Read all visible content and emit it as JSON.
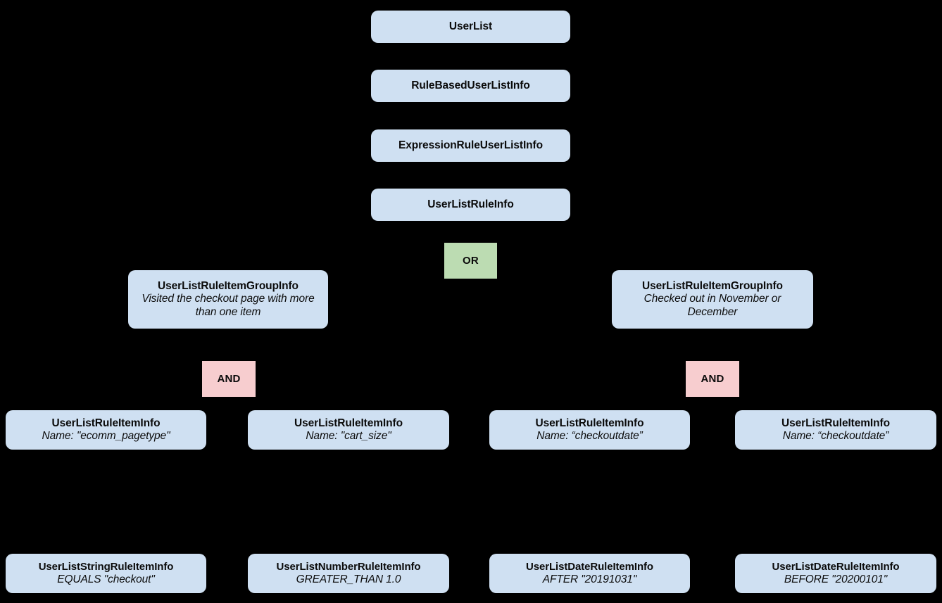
{
  "diagram": {
    "type": "class-hierarchy-tree",
    "background_color": "#000000",
    "class_node_color": "#cfe0f2",
    "or_node_color": "#bcdcb2",
    "and_node_color": "#f7cdcf",
    "text_color": "#0b0b0b"
  },
  "nodes": {
    "user_list": {
      "title": "UserList"
    },
    "rule_based_user_list_info": {
      "title": "RuleBasedUserListInfo"
    },
    "expression_rule_user_list_info": {
      "title": "ExpressionRuleUserListInfo"
    },
    "user_list_rule_info": {
      "title": "UserListRuleInfo"
    },
    "or_operator": {
      "label": "OR"
    },
    "group_left": {
      "title": "UserListRuleItemGroupInfo",
      "subtitle": "Visited the checkout page with more than one item"
    },
    "group_right": {
      "title": "UserListRuleItemGroupInfo",
      "subtitle": "Checked out in November or December"
    },
    "and_operator_left": {
      "label": "AND"
    },
    "and_operator_right": {
      "label": "AND"
    },
    "rule_item_1": {
      "title": "UserListRuleItemInfo",
      "subtitle": "Name: \"ecomm_pagetype\""
    },
    "rule_item_2": {
      "title": "UserListRuleItemInfo",
      "subtitle": "Name: \"cart_size\""
    },
    "rule_item_3": {
      "title": "UserListRuleItemInfo",
      "subtitle": "Name: “checkoutdate”"
    },
    "rule_item_4": {
      "title": "UserListRuleItemInfo",
      "subtitle": "Name: “checkoutdate”"
    },
    "leaf_1": {
      "title": "UserListStringRuleItemInfo",
      "subtitle": "EQUALS \"checkout\""
    },
    "leaf_2": {
      "title": "UserListNumberRuleItemInfo",
      "subtitle": "GREATER_THAN 1.0"
    },
    "leaf_3": {
      "title": "UserListDateRuleItemInfo",
      "subtitle": "AFTER \"20191031\""
    },
    "leaf_4": {
      "title": "UserListDateRuleItemInfo",
      "subtitle": "BEFORE \"20200101\""
    }
  }
}
